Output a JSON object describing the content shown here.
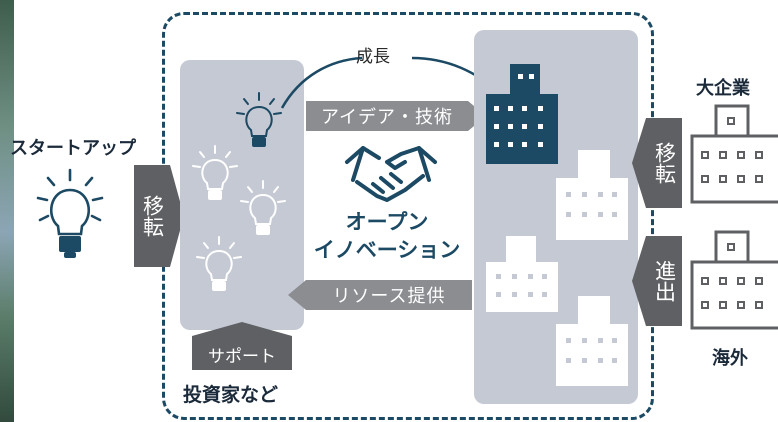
{
  "diagram": {
    "startup_label": "スタートアップ",
    "transfer_left_label": "移転",
    "growth_label": "成長",
    "idea_tech_label": "アイデア・技術",
    "resource_label": "リソース提供",
    "open_innovation_line1": "オープン",
    "open_innovation_line2": "イノベーション",
    "support_label": "サポート",
    "investors_label": "投資家など",
    "large_company_label": "大企業",
    "transfer_right_label": "移転",
    "expand_label": "進出",
    "overseas_label": "海外"
  },
  "colors": {
    "navy": "#1c4963",
    "panel_gray": "#c4c9d4",
    "dark_gray": "#5f6063",
    "band_gray": "#8b8d91"
  }
}
